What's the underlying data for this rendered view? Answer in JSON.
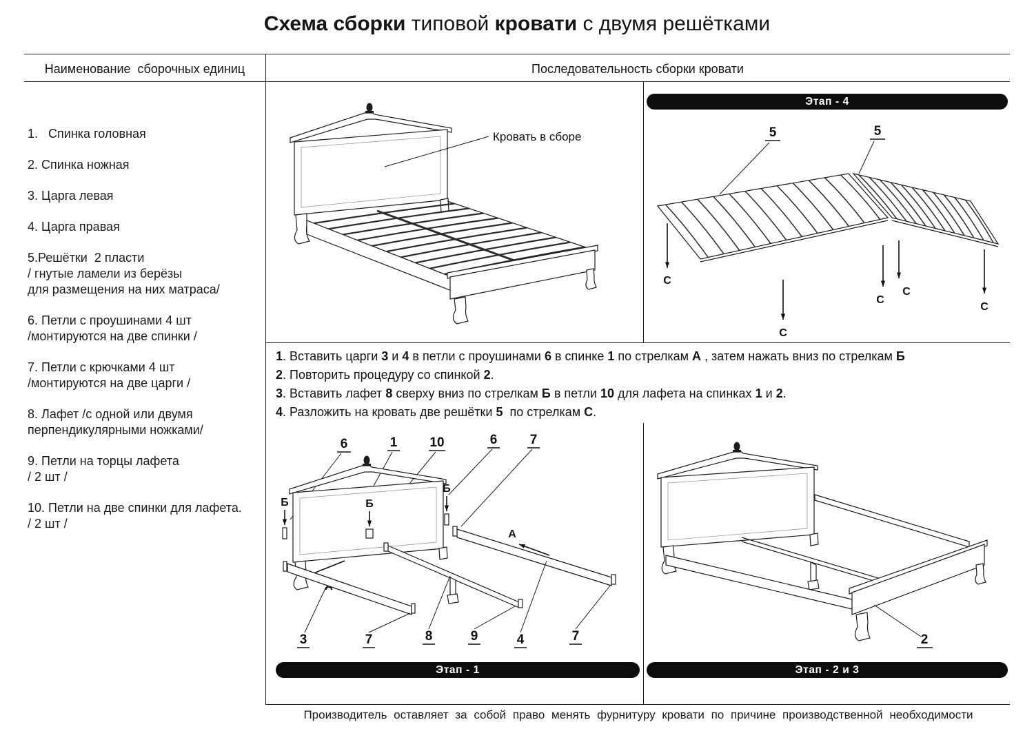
{
  "title": {
    "segments": [
      {
        "t": "Схема сборки",
        "b": true
      },
      {
        "t": " типовой ",
        "b": false
      },
      {
        "t": "кровати",
        "b": true
      },
      {
        "t": " с двумя решётками",
        "b": false
      }
    ]
  },
  "headers": {
    "left": "Наименование  сборочных единиц",
    "right": "Последовательность сборки кровати"
  },
  "parts": [
    {
      "lines": [
        "1.   Спинка головная"
      ]
    },
    {
      "lines": [
        "2. Спинка ножная"
      ]
    },
    {
      "lines": [
        "3. Царга левая"
      ]
    },
    {
      "lines": [
        "4. Царга правая"
      ]
    },
    {
      "lines": [
        "5.Решётки  2 пласти",
        "/ гнутые ламели из берёзы",
        "для размещения на них матраса/"
      ]
    },
    {
      "lines": [
        "6. Петли с проушинами 4 шт",
        "/монтируются на две спинки /"
      ]
    },
    {
      "lines": [
        "7. Петли с крючками 4 шт",
        "/монтируются на две царги /"
      ]
    },
    {
      "lines": [
        "8. Лафет /с одной или двумя",
        "перпендикулярными ножками/"
      ]
    },
    {
      "lines": [
        "9. Петли на торцы лафета",
        "/ 2 шт /"
      ]
    },
    {
      "lines": [
        "10. Петли на две спинки для лафета.",
        "/ 2 шт /"
      ]
    }
  ],
  "instructions": [
    [
      {
        "t": "1",
        "b": true
      },
      {
        "t": ". Вставить царги ",
        "b": false
      },
      {
        "t": "3",
        "b": true
      },
      {
        "t": " и ",
        "b": false
      },
      {
        "t": "4",
        "b": true
      },
      {
        "t": " в петли с проушинами ",
        "b": false
      },
      {
        "t": "6",
        "b": true
      },
      {
        "t": " в спинке ",
        "b": false
      },
      {
        "t": "1",
        "b": true
      },
      {
        "t": " по стрелкам ",
        "b": false
      },
      {
        "t": "А",
        "b": true
      },
      {
        "t": " , затем нажать вниз по стрелкам ",
        "b": false
      },
      {
        "t": "Б",
        "b": true
      }
    ],
    [
      {
        "t": "2",
        "b": true
      },
      {
        "t": ". Повторить процедуру со спинкой ",
        "b": false
      },
      {
        "t": "2",
        "b": true
      },
      {
        "t": ".",
        "b": false
      }
    ],
    [
      {
        "t": "3",
        "b": true
      },
      {
        "t": ". Вставить лафет ",
        "b": false
      },
      {
        "t": "8",
        "b": true
      },
      {
        "t": " сверху вниз по стрелкам ",
        "b": false
      },
      {
        "t": "Б",
        "b": true
      },
      {
        "t": " в петли ",
        "b": false
      },
      {
        "t": "10",
        "b": true
      },
      {
        "t": " для лафета на спинках ",
        "b": false
      },
      {
        "t": "1",
        "b": true
      },
      {
        "t": " и ",
        "b": false
      },
      {
        "t": "2",
        "b": true
      },
      {
        "t": ".",
        "b": false
      }
    ],
    [
      {
        "t": "4",
        "b": true
      },
      {
        "t": ". Разложить на кровать две решётки ",
        "b": false
      },
      {
        "t": "5",
        "b": true
      },
      {
        "t": "  по стрелкам ",
        "b": false
      },
      {
        "t": "С",
        "b": true
      },
      {
        "t": ".",
        "b": false
      }
    ]
  ],
  "panels": {
    "assembled": {
      "caption": "Кровать в сборе"
    },
    "stage4": {
      "banner": "Этап -  4",
      "labels": {
        "n5a": "5",
        "n5b": "5",
        "c1": "С",
        "c2": "С",
        "c3": "С",
        "c4": "С",
        "c5": "С"
      }
    },
    "stage1": {
      "banner": "Этап - 1",
      "top_labels": {
        "l6a": "6",
        "l1": "1",
        "l10": "10",
        "l6b": "6",
        "l7a": "7"
      },
      "bottom_labels": {
        "l3": "3",
        "l7b": "7",
        "l8": "8",
        "l9": "9",
        "l4": "4",
        "l7c": "7"
      },
      "arrow_labels": {
        "b1": "Б",
        "b2": "Б",
        "b3": "Б",
        "a1": "А",
        "a2": "А"
      }
    },
    "stage23": {
      "banner": "Этап - 2 и 3",
      "labels": {
        "l2": "2"
      }
    }
  },
  "footer": "Производитель  оставляет  за  собой  право  менять  фурнитуру  кровати  по  причине  производственной  необходимости"
}
